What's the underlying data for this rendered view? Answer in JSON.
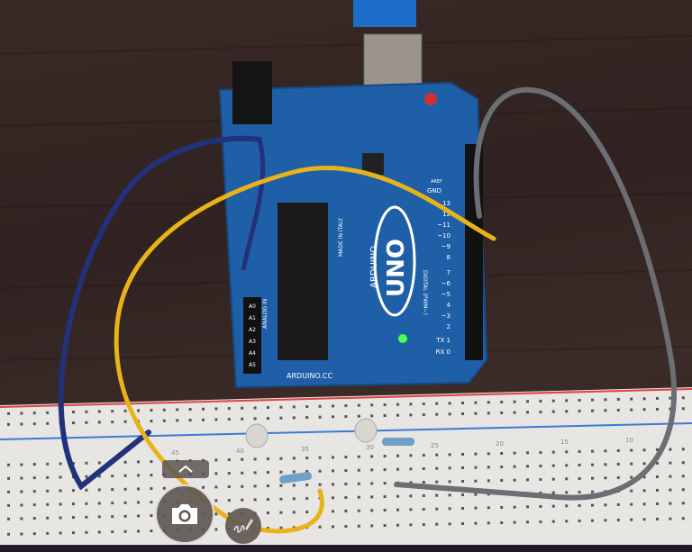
{
  "scene": {
    "board": {
      "model_label": "UNO",
      "brand_label": "ARDUINO",
      "made_in": "MADE IN ITALY",
      "website": "ARDUINO.CC",
      "analog_label": "ANALOG IN",
      "digital_label": "DIGITAL (PWM~)",
      "analog_pins": [
        "A0",
        "A1",
        "A2",
        "A3",
        "A4",
        "A5"
      ],
      "digital_pins": [
        "13",
        "12",
        "~11",
        "~10",
        "~9",
        "8",
        "7",
        "~6",
        "~5",
        "4",
        "~3",
        "2",
        "TX 1",
        "RX 0"
      ],
      "gnd_label": "GND",
      "aref_label": "AREF"
    },
    "breadboard_numbers": [
      "45",
      "40",
      "35",
      "30",
      "25",
      "20",
      "15",
      "10"
    ]
  },
  "overlay": {
    "expand_icon": "chevron-up-icon",
    "shutter_icon": "camera-icon",
    "draw_icon": "pen-scribble-icon"
  },
  "colors": {
    "board": "#1f5fa8",
    "wire_yellow": "#e8b318",
    "wire_blue": "#23307a",
    "wire_gray": "#6b6e72",
    "led_green": "#4cff4c"
  }
}
